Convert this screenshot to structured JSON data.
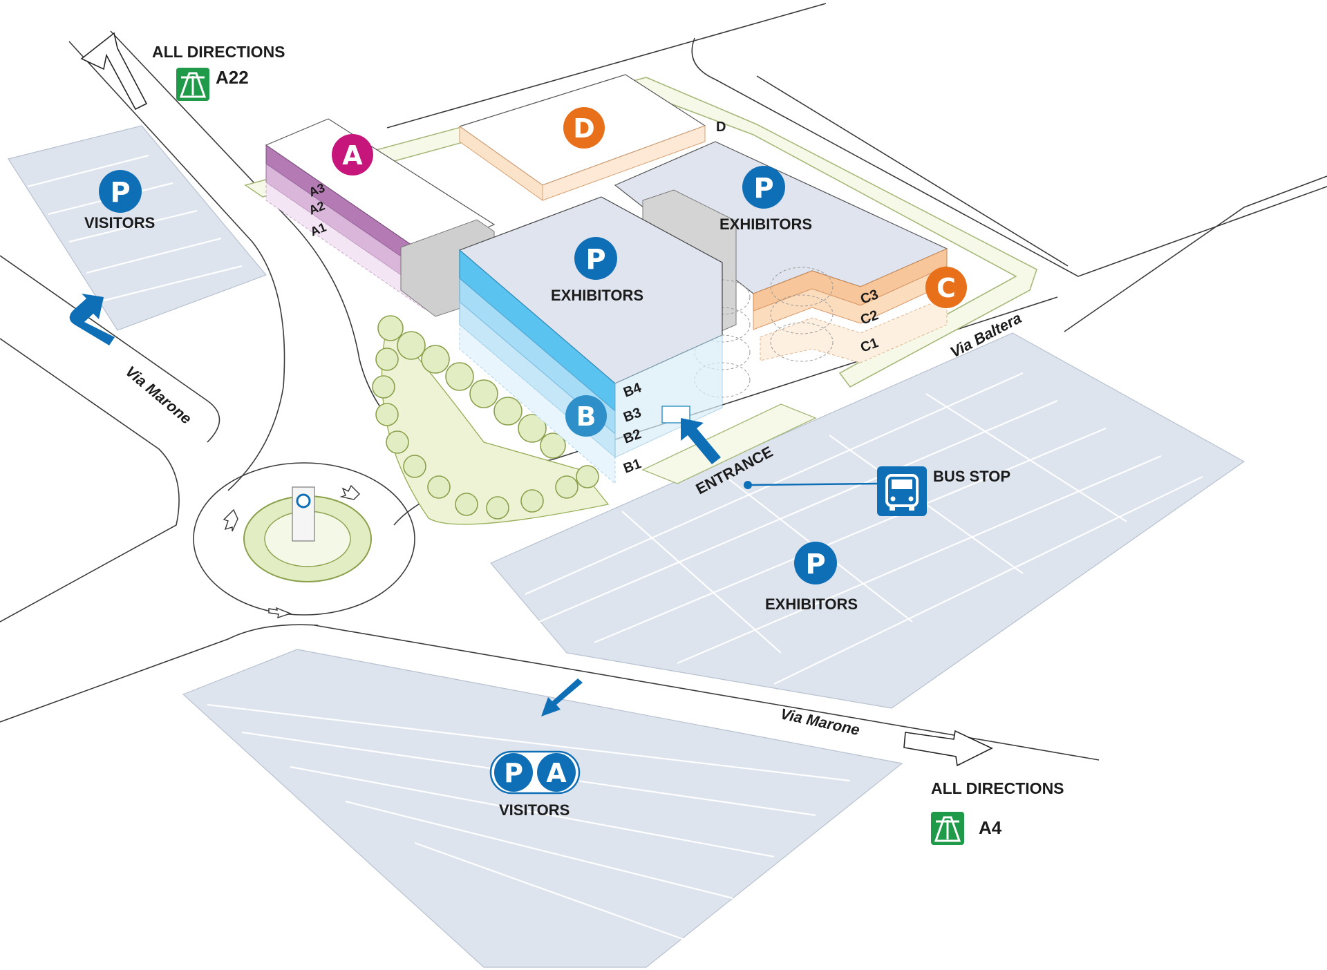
{
  "top_left_route": {
    "label": "ALL DIRECTIONS",
    "motorway_icon": "motorway-sign-icon",
    "motorway": "A22"
  },
  "bottom_right_route": {
    "label": "ALL DIRECTIONS",
    "motorway_icon": "motorway-sign-icon",
    "motorway": "A4"
  },
  "parking": {
    "icon": "parking-icon",
    "letter": "P",
    "visitors_topleft": "VISITORS",
    "exhibitors_b": "EXHIBITORS",
    "exhibitors_c": "EXHIBITORS",
    "exhibitors_bottom": "EXHIBITORS",
    "visitors_bottom": "VISITORS",
    "visitors_bottom_badge": "A"
  },
  "halls": {
    "a": {
      "badge": "A",
      "floors": [
        "A3",
        "A2",
        "A1"
      ],
      "color": "#c6157b"
    },
    "b": {
      "badge": "B",
      "floors": [
        "B4",
        "B3",
        "B2",
        "B1"
      ],
      "color": "#2e8fc9"
    },
    "c": {
      "badge": "C",
      "floors": [
        "C3",
        "C2",
        "C1"
      ],
      "color": "#e8701a"
    },
    "d": {
      "badge": "D",
      "side_label": "D",
      "color": "#e8701a"
    }
  },
  "streets": {
    "via_marone_left": "Via Marone",
    "via_marone_bottom": "Via Marone",
    "via_baltera": "Via Baltera"
  },
  "entrance": "ENTRANCE",
  "bus_stop": {
    "icon": "bus-icon",
    "label": "BUS STOP"
  },
  "colors": {
    "parking_blue": "#0f6fb6",
    "motorway_green": "#1f9a48",
    "lot_fill": "#dde4ee",
    "hall_b_blue": "#5bc3ef"
  }
}
